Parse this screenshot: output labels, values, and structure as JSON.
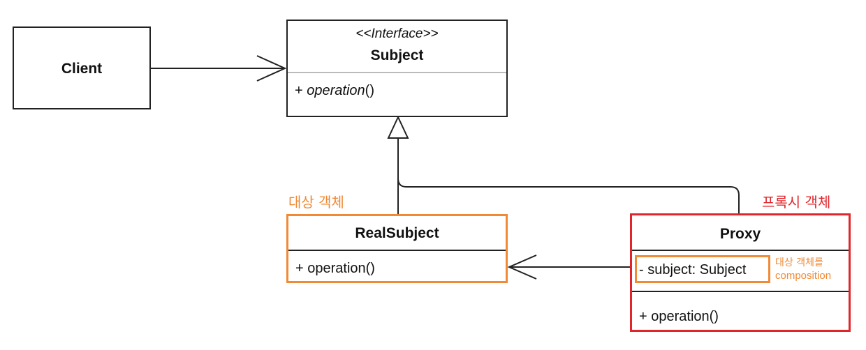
{
  "colors": {
    "line": "#222222",
    "divider": "#bbbbbb",
    "real_subject_accent": "#f08a35",
    "proxy_accent": "#e0262b"
  },
  "client": {
    "label": "Client"
  },
  "subject": {
    "stereotype": "<<Interface>>",
    "name": "Subject",
    "operation_prefix": "+ ",
    "operation_name": "operation",
    "operation_suffix": "()"
  },
  "real_subject": {
    "annotation": "대상 객체",
    "name": "RealSubject",
    "operation": "+ operation()"
  },
  "proxy": {
    "annotation": "프록시 객체",
    "name": "Proxy",
    "field": "- subject: Subject",
    "field_note_line1": "대상 객체를",
    "field_note_line2": "composition",
    "operation": "+ operation()"
  }
}
